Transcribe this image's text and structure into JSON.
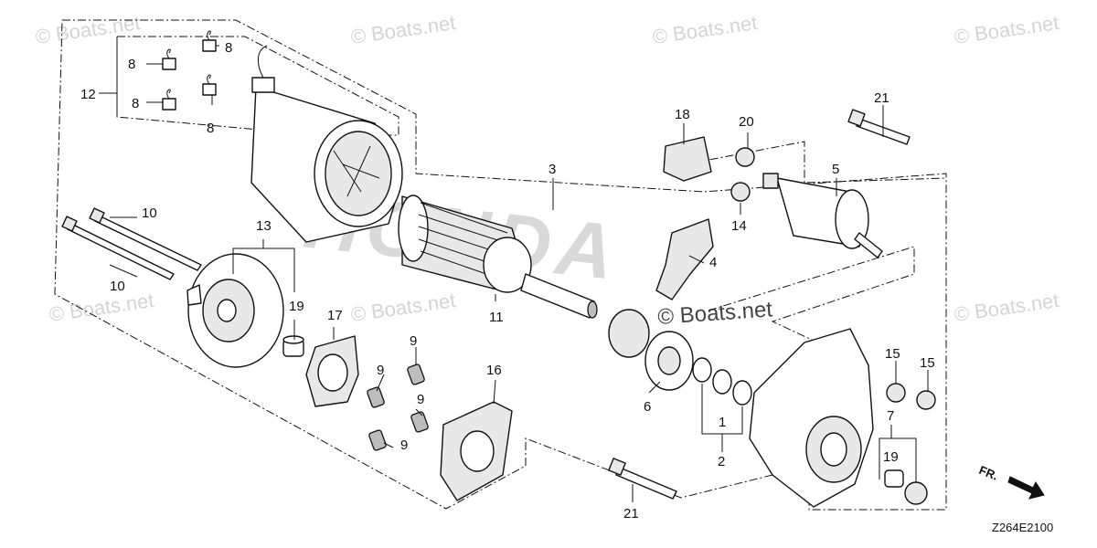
{
  "watermark": {
    "text": "© Boats.net",
    "brand_text": "HONDA"
  },
  "callouts": {
    "p1": "1",
    "p2": "2",
    "p3": "3",
    "p4": "4",
    "p5": "5",
    "p6": "6",
    "p7": "7",
    "p8a": "8",
    "p8b": "8",
    "p8c": "8",
    "p8d": "8",
    "p9a": "9",
    "p9b": "9",
    "p9c": "9",
    "p9d": "9",
    "p10a": "10",
    "p10b": "10",
    "p11": "11",
    "p12": "12",
    "p13": "13",
    "p14": "14",
    "p15a": "15",
    "p15b": "15",
    "p16": "16",
    "p17": "17",
    "p18": "18",
    "p19a": "19",
    "p19b": "19",
    "p20": "20",
    "p21a": "21",
    "p21b": "21"
  },
  "direction_label": "FR.",
  "diagram_code": "Z264E2100",
  "icons": {
    "direction": "arrow-right-down-icon"
  }
}
